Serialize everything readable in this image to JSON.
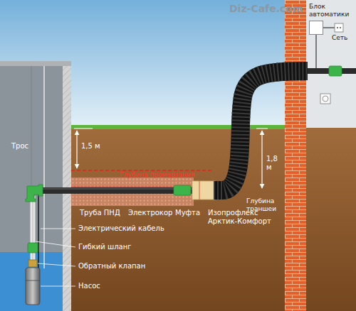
{
  "diagram": {
    "nodes": [
      {
        "text": [
          "Блок автоматики"
        ]
      }
    ],
    "labels": [
      "Diz-Cafe.com",
      "Сеть",
      "Трос",
      "1,5 м",
      "Глубина промерзания",
      "1,8 м",
      "Глубина траншеи",
      "Труба ПНД",
      "Электрокор",
      "Муфта",
      "Изопрофлекс Арктик-Комфорт",
      "Электрический кабель",
      "Гибкий шланг",
      "Обратный клапан",
      "Насос"
    ]
  }
}
